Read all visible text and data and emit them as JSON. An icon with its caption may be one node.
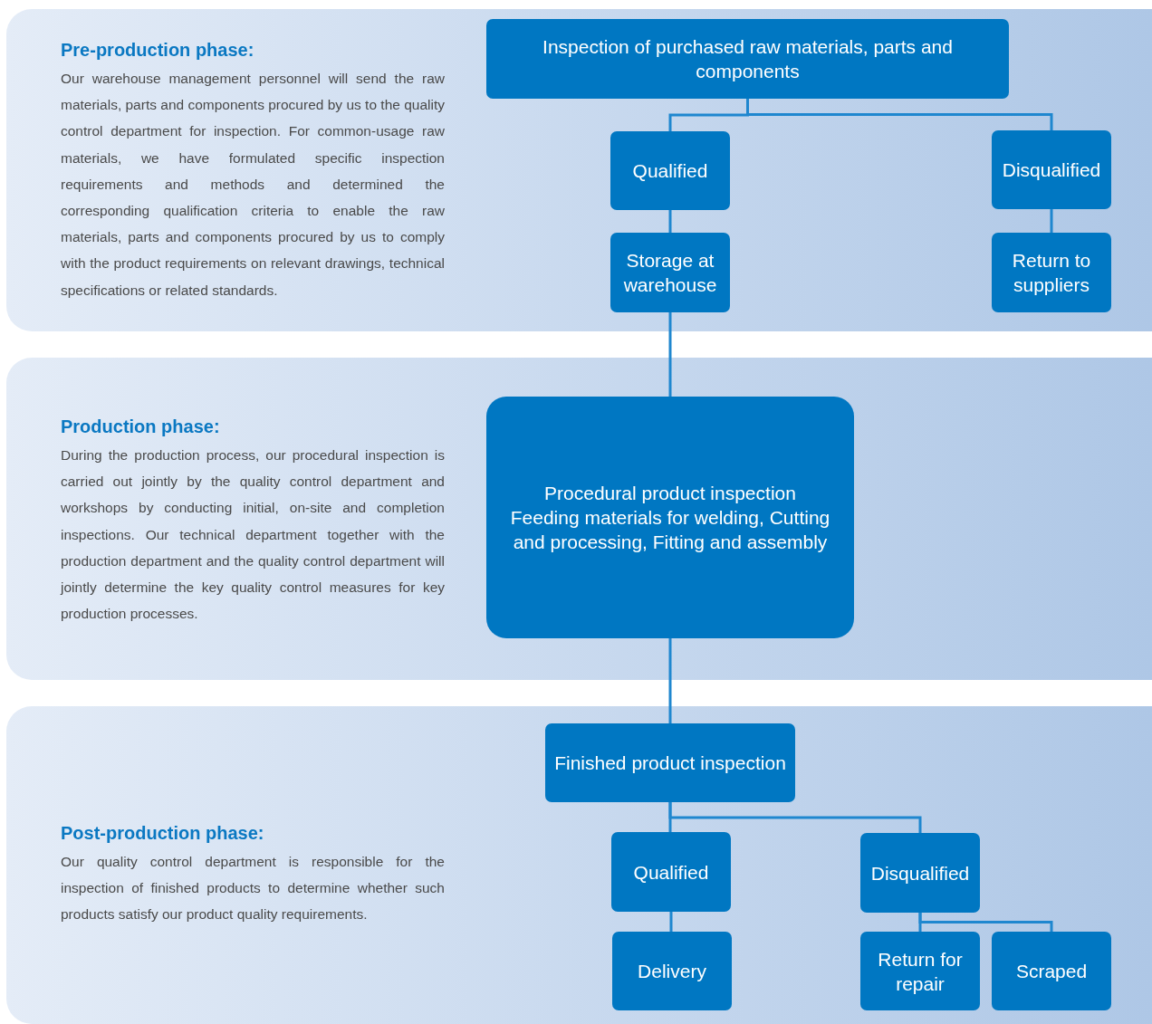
{
  "diagram": {
    "nodes": [
      {
        "text": [
          "Pre-production phase:",
          "Our warehouse management personnel will send the raw materials, parts and components procured by us to the quality control department for inspection. For common-usage raw materials, we have formulated specific inspection requirements and methods and determined the corresponding qualification criteria to enable the raw materials, parts and components procured by us to comply with the product requirements on relevant drawings, technical specifications or related standards."
        ]
      },
      {
        "text": [
          "Inspection of purchased raw materials, parts and components"
        ],
        "in": 0
      },
      {
        "text": [
          "Qualified"
        ],
        "in": 0
      },
      {
        "text": [
          "Disqualified"
        ],
        "in": 0
      },
      {
        "text": [
          "Storage at warehouse"
        ],
        "in": 0
      },
      {
        "text": [
          "Return to suppliers"
        ],
        "in": 0
      },
      {
        "text": [
          "Production phase:",
          "During the production process, our procedural inspection is carried out jointly by the quality control department and workshops by conducting initial, on-site and completion inspections. Our technical department together with the production department and the quality control department will jointly determine the key quality control measures for key production processes."
        ]
      },
      {
        "text": [
          "Procedural product inspection",
          "Feeding materials for welding, Cutting and processing, Fitting and assembly"
        ],
        "in": 6
      },
      {
        "text": [
          "Post-production phase:",
          "Our quality control department is responsible for the inspection of finished products to determine whether such products satisfy our product quality requirements."
        ]
      },
      {
        "text": [
          "Finished product inspection"
        ],
        "in": 8
      },
      {
        "text": [
          "Qualified"
        ],
        "in": 8
      },
      {
        "text": [
          "Disqualified"
        ],
        "in": 8
      },
      {
        "text": [
          "Delivery"
        ],
        "in": 8
      },
      {
        "text": [
          "Return for repair"
        ],
        "in": 8
      },
      {
        "text": [
          "Scraped"
        ],
        "in": 8
      }
    ],
    "edges": [
      {
        "from": 1,
        "to": 2,
        "arrow": "none"
      },
      {
        "from": 1,
        "to": 3,
        "arrow": "none"
      },
      {
        "from": 2,
        "to": 4,
        "arrow": "none"
      },
      {
        "from": 3,
        "to": 5,
        "arrow": "none"
      },
      {
        "from": 4,
        "to": 7,
        "arrow": "none"
      },
      {
        "from": 7,
        "to": 9,
        "arrow": "none"
      },
      {
        "from": 9,
        "to": 10,
        "arrow": "none"
      },
      {
        "from": 9,
        "to": 11,
        "arrow": "none"
      },
      {
        "from": 10,
        "to": 12,
        "arrow": "none"
      },
      {
        "from": 11,
        "to": 13,
        "arrow": "none"
      },
      {
        "from": 11,
        "to": 14,
        "arrow": "none"
      }
    ]
  }
}
